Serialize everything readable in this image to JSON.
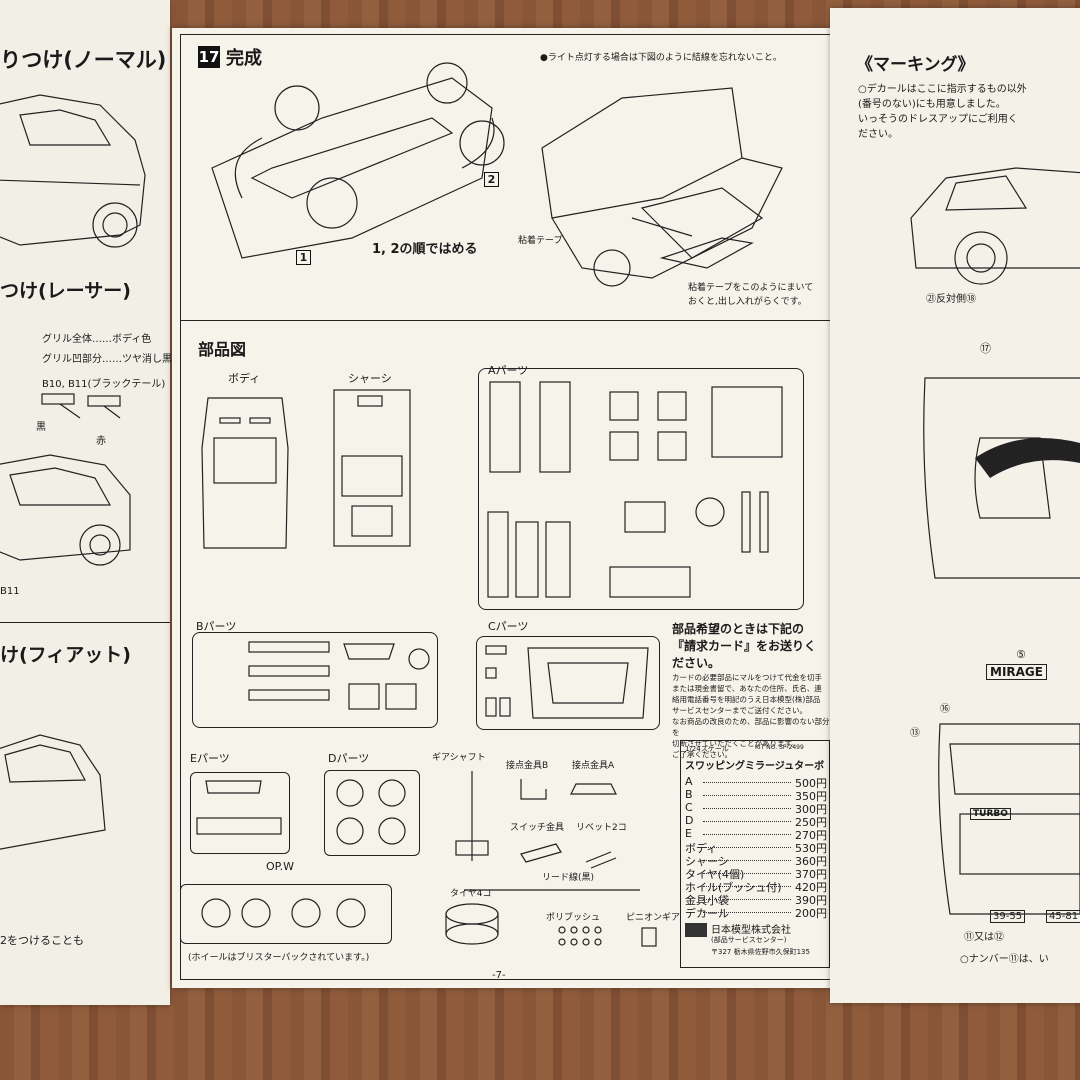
{
  "left_panel": {
    "heading_normal": "りつけ(ノーマル)",
    "heading_racer": "つけ(レーサー)",
    "grille_all": "グリル全体……ボディ色",
    "grille_recess": "グリル凹部分……ツヤ消し黒",
    "tail_label": "B10, B11(ブラックテール)",
    "black": "黒",
    "red": "赤",
    "b11": "B11",
    "heading_fiat": "け(フィアット)",
    "note_bottom": "2をつけることも"
  },
  "step17": {
    "number": "17",
    "title": "完成",
    "light_note": "●ライト点灯する場合は下図のように結線を忘れないこと。",
    "num1": "1",
    "num2": "2",
    "order_note": "1, 2の順ではめる",
    "tape": "粘着テープ",
    "tape_note_1": "粘着テープをこのようにまいて",
    "tape_note_2": "おくと,出し入れがらくです。"
  },
  "parts": {
    "title": "部品図",
    "body": "ボディ",
    "chassis": "シャーシ",
    "a_parts": "Aパーツ",
    "b_parts": "Bパーツ",
    "c_parts": "Cパーツ",
    "e_parts": "Eパーツ",
    "d_parts": "Dパーツ",
    "opw": "OP.W",
    "wheel_note": "(ホイールはブリスターパックされています。)",
    "gear_shaft": "ギアシャフト",
    "contact_b": "接点金具B",
    "contact_a": "接点金具A",
    "switch_fitting": "スイッチ金具",
    "rivet": "リベット2コ",
    "lead_wire": "リード線(黒)",
    "tire": "タイヤ4コ",
    "polybush": "ポリブッシュ",
    "pinion": "ピニオンギア"
  },
  "order_info": {
    "heading_1": "部品希望のときは下記の",
    "heading_2": "『請求カード』をお送りく",
    "heading_3": "ださい。",
    "body_lines": [
      "カードの必要部品にマルをつけて代金を切手",
      "または現金書留で、あなたの住所、氏名、連",
      "絡用電話番号を明記のうえ日本模型(株)部品",
      "サービスセンターまでご送付ください。",
      "なお商品の改良のため、部品に影響のない部分を",
      "切断させていただくことがあります。",
      "ご了承ください。"
    ]
  },
  "price_card": {
    "scale": "1/24スケール",
    "kit_no": "KIT NO. SP-2499",
    "title": "スワッピングミラージュターボ",
    "rows": [
      {
        "name": "A",
        "price": "500円"
      },
      {
        "name": "B",
        "price": "350円"
      },
      {
        "name": "C",
        "price": "300円"
      },
      {
        "name": "D",
        "price": "250円"
      },
      {
        "name": "E",
        "price": "270円"
      },
      {
        "name": "ボディ",
        "price": "530円"
      },
      {
        "name": "シャーシ",
        "price": "360円"
      },
      {
        "name": "タイヤ(4個)",
        "price": "370円"
      },
      {
        "name": "ホイル(ブッシュ付)",
        "price": "420円"
      },
      {
        "name": "金具小袋",
        "price": "390円"
      },
      {
        "name": "デカール",
        "price": "200円"
      }
    ],
    "company": "日本模型株式会社",
    "dept": "(部品サービスセンター)",
    "address": "〒327 栃木県佐野市久保町135"
  },
  "page_number": "-7-",
  "marking": {
    "title": "《マーキング》",
    "note_1": "○デカールはここに指示するもの以外",
    "note_2": "(番号のない)にも用意しました。",
    "note_3": "いっそうのドレスアップにご利用く",
    "note_4": "ださい。",
    "opposite": "㉑反対側⑱",
    "n17": "⑰",
    "n5": "⑤",
    "mirage": "MIRAGE",
    "n13": "⑬",
    "n16": "⑯",
    "turbo": "TURBO",
    "plate1": "39-55",
    "plate2": "45-81",
    "either": "⑪又は⑫",
    "number_note": "○ナンバー⑪は、い"
  }
}
